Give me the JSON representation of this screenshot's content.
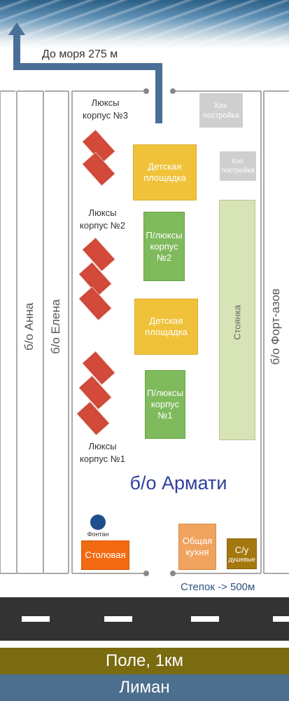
{
  "sea_path": {
    "label": "До моря 275 м"
  },
  "neighbors": {
    "anna": "б/о Анна",
    "elena": "б/о Елена",
    "fort": "б/о Форт-азов"
  },
  "buildings": {
    "lux3": [
      "Люксы",
      "корпус №3"
    ],
    "lux2": [
      "Люксы",
      "корпус №2"
    ],
    "lux1": [
      "Люксы",
      "корпус №1"
    ],
    "playground_top": [
      "Детская",
      "площадка"
    ],
    "playground_mid": [
      "Детская",
      "площадка"
    ],
    "semi_lux2": [
      "П/люксы",
      "корпус",
      "№2"
    ],
    "semi_lux1": [
      "П/люксы",
      "корпус",
      "№1"
    ],
    "utility_top": [
      "Хоз.",
      "постройка"
    ],
    "utility_mid": [
      "Хоз.",
      "постройка"
    ],
    "parking": "Стоянка",
    "fountain": "Фонтан",
    "canteen": "Столовая",
    "kitchen": [
      "Общая",
      "кухня"
    ],
    "wc": [
      "С/у",
      "душевые"
    ]
  },
  "resort_name": "б/о Армати",
  "steppe": "Степок -> 500м",
  "field": "Поле, 1км",
  "estuary": "Лиман",
  "colors": {
    "path_blue": "#4a6f96",
    "lux_red": "#d34a3a",
    "playground_yellow": "#f0c23a",
    "semi_lux_green": "#7fba5c",
    "utility_gray": "#cfcfcf",
    "parking_green": "#d7e4b5",
    "fountain_blue": "#1f4e8c",
    "canteen_orange": "#f26a12",
    "kitchen_orange": "#f0a35e",
    "wc_brown": "#a5780f",
    "field_olive": "#7a6a10",
    "estuary_blue": "#4d6f8e",
    "title_blue": "#2f3f9e"
  }
}
